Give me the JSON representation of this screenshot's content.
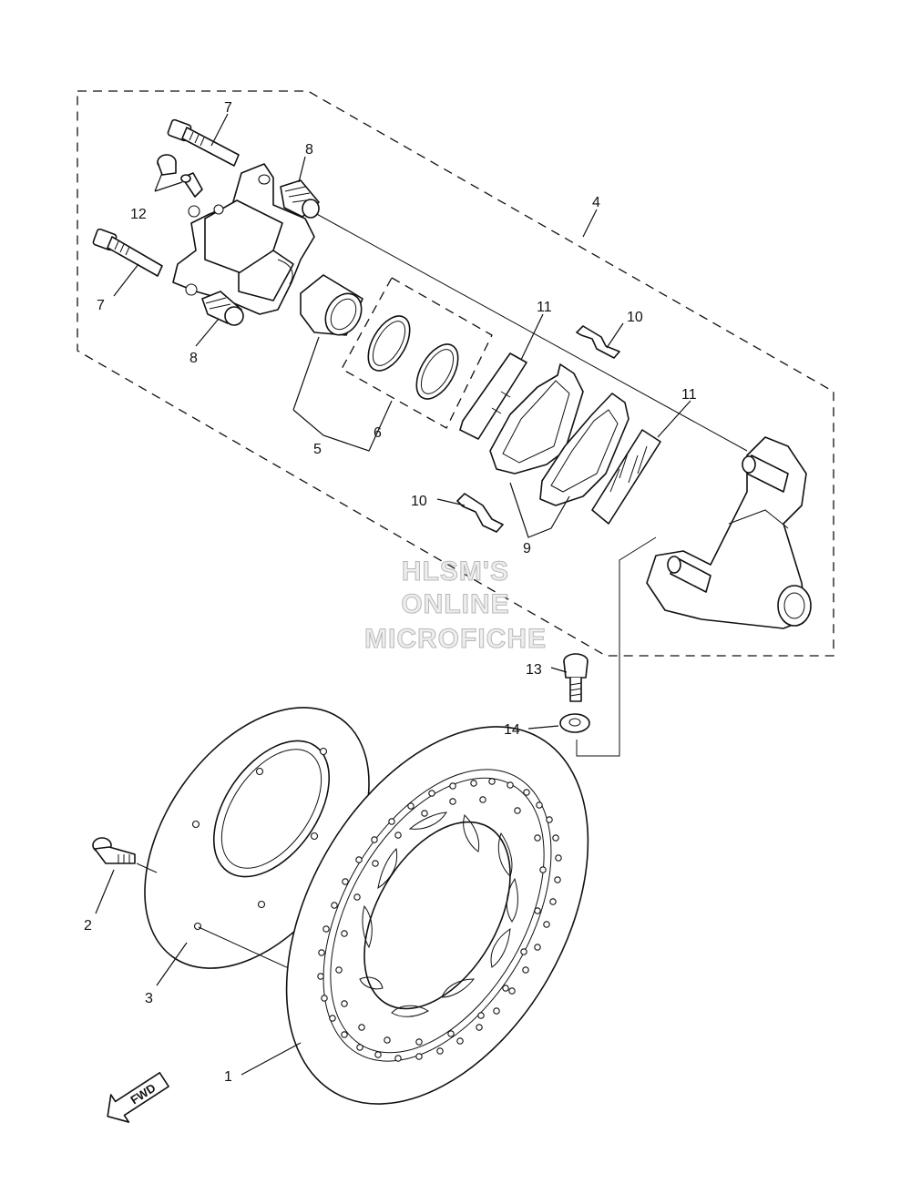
{
  "callouts": {
    "c1": "1",
    "c2": "2",
    "c3": "3",
    "c4": "4",
    "c5": "5",
    "c6": "6",
    "c7a": "7",
    "c7b": "7",
    "c8a": "8",
    "c8b": "8",
    "c9": "9",
    "c10a": "10",
    "c10b": "10",
    "c11a": "11",
    "c11b": "11",
    "c12": "12",
    "c13": "13",
    "c14": "14"
  },
  "watermark": {
    "line1": "HLSM'S",
    "line2": "ONLINE",
    "line3": "MICROFICHE"
  },
  "fwd_arrow": {
    "label": "FWD"
  }
}
